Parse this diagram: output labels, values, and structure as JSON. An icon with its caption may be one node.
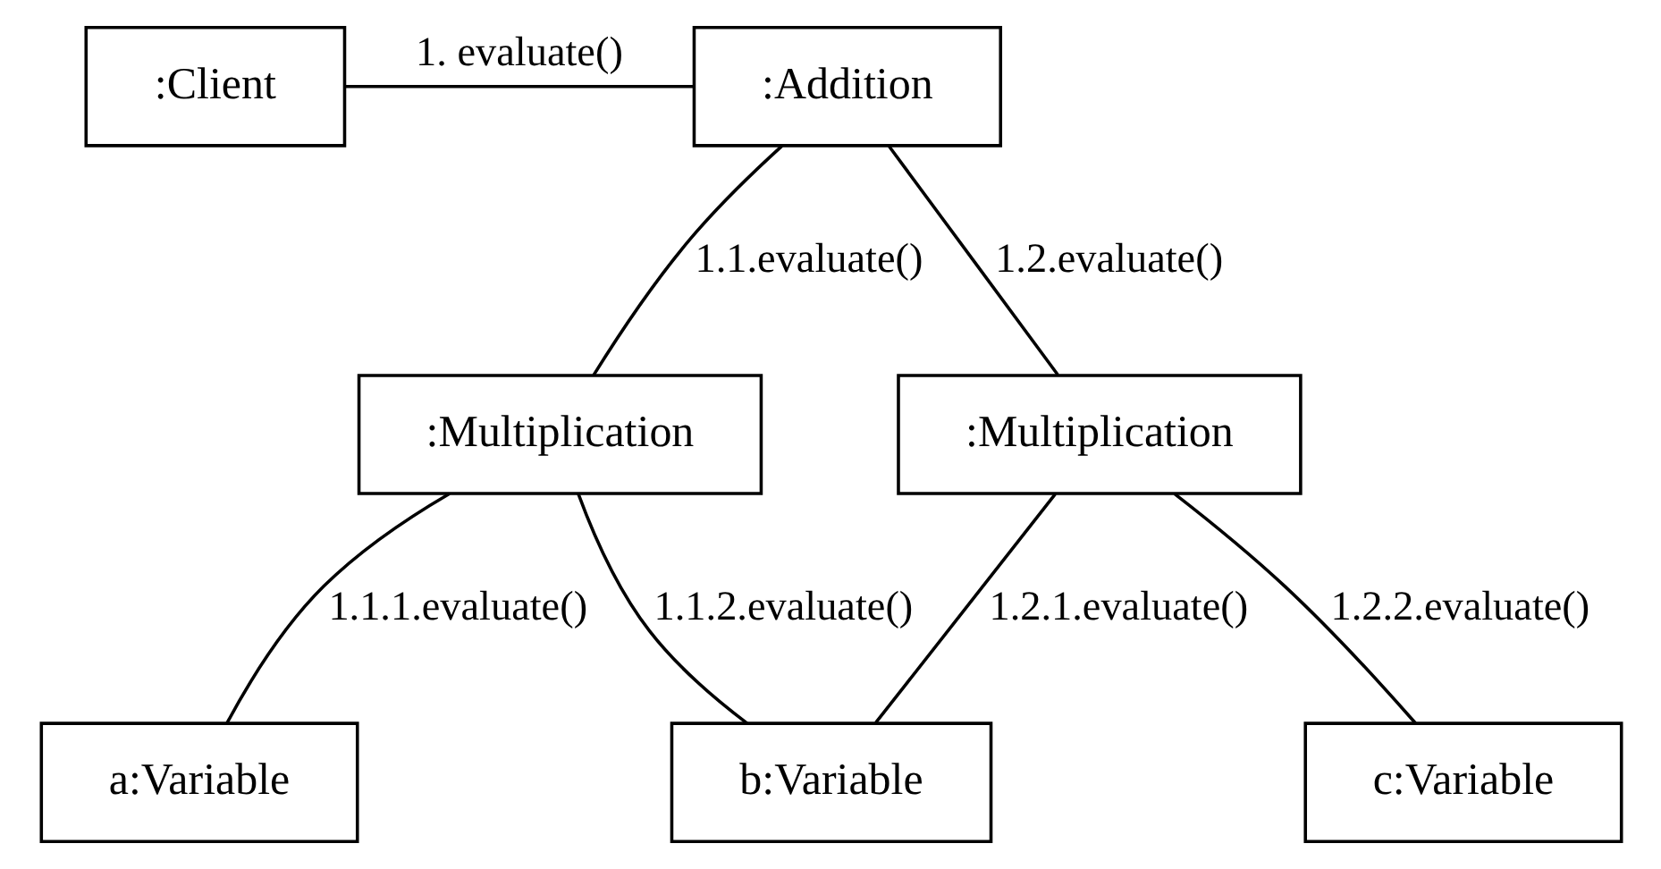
{
  "diagram": {
    "nodes": [
      {
        "text": [
          ":Client"
        ]
      },
      {
        "text": [
          ":Addition"
        ]
      },
      {
        "text": [
          ":Multiplication"
        ]
      },
      {
        "text": [
          ":Multiplication"
        ]
      },
      {
        "text": [
          "a:Variable"
        ]
      },
      {
        "text": [
          "b:Variable"
        ]
      },
      {
        "text": [
          "c:Variable"
        ]
      }
    ],
    "edges": [
      {
        "from": 0,
        "to": 1,
        "arrow": "none",
        "label": "1. evaluate()"
      },
      {
        "from": 1,
        "to": 2,
        "arrow": "none",
        "label": "1.1.evaluate()"
      },
      {
        "from": 1,
        "to": 3,
        "arrow": "none",
        "label": "1.2.evaluate()"
      },
      {
        "from": 2,
        "to": 4,
        "arrow": "none",
        "label": "1.1.1.evaluate()"
      },
      {
        "from": 2,
        "to": 5,
        "arrow": "none",
        "label": "1.1.2.evaluate()"
      },
      {
        "from": 3,
        "to": 5,
        "arrow": "none",
        "label": "1.2.1.evaluate()"
      },
      {
        "from": 3,
        "to": 6,
        "arrow": "none",
        "label": "1.2.2.evaluate()"
      }
    ]
  }
}
